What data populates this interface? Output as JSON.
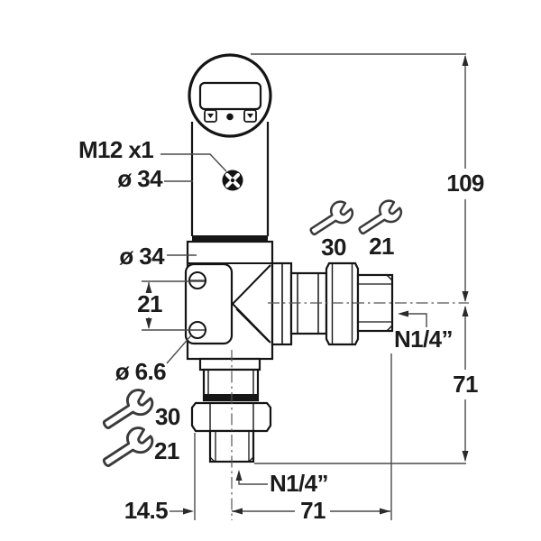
{
  "drawing_type": "pressure-sensor-dimensional-drawing",
  "labels": {
    "connector_thread": "M12 x1",
    "head_diameter": "ø 34",
    "body_diameter": "ø 34",
    "mounting_hole_spacing": "21",
    "mounting_hole_diameter": "ø 6.6",
    "overall_height": "109",
    "side_port_height": "71",
    "wrench_left_top": "30",
    "wrench_left_bottom": "21",
    "wrench_right_top": "30",
    "wrench_right_bottom": "21",
    "side_port_thread": "N1/4”",
    "bottom_port_thread": "N1/4”",
    "bottom_offset": "14.5",
    "bottom_width": "71"
  },
  "colors": {
    "object_line": "#141414",
    "dimension_line": "#4a4a4a",
    "background": "#ffffff"
  }
}
